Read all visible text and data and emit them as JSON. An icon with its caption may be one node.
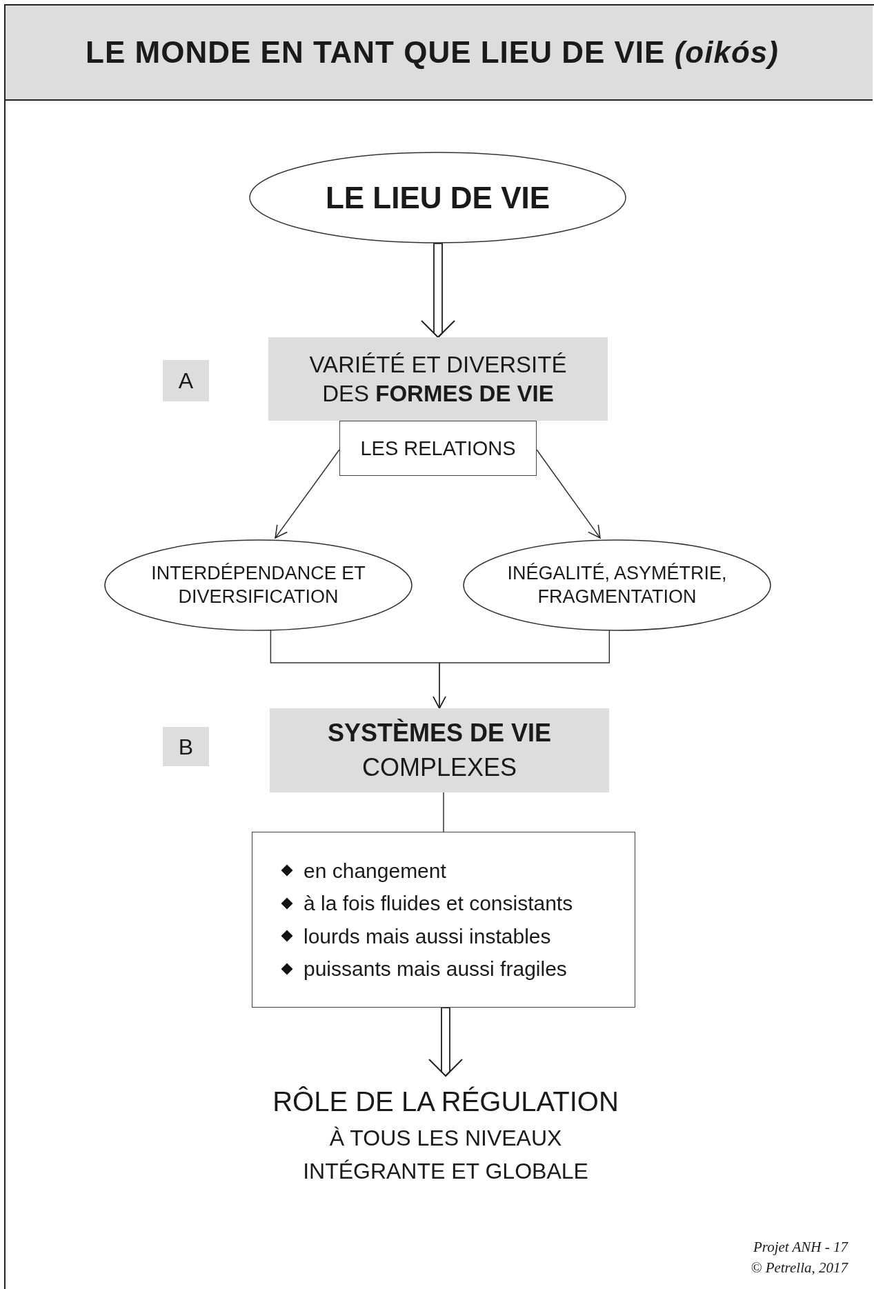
{
  "diagram": {
    "title": "LE MONDE EN TANT QUE LIEU DE VIE *(oikós)*",
    "nodes": [
      {
        "text": [
          "LE LIEU DE VIE"
        ]
      },
      {
        "text": [
          "A"
        ]
      },
      {
        "text": [
          "VARIÉTÉ ET DIVERSITÉ DES **FORMES DE VIE**"
        ]
      },
      {
        "text": [
          "LES RELATIONS"
        ]
      },
      {
        "text": [
          "INTERDÉPENDANCE ET DIVERSIFICATION"
        ]
      },
      {
        "text": [
          "INÉGALITÉ, ASYMÉTRIE, FRAGMENTATION"
        ]
      },
      {
        "text": [
          "B"
        ]
      },
      {
        "text": [
          "**SYSTÈMES DE VIE** COMPLEXES"
        ]
      },
      {
        "text": [
          "en changement",
          "à la fois fluides et consistants",
          "lourds mais aussi instables",
          "puissants mais aussi fragiles"
        ]
      },
      {
        "text": [
          "RÔLE DE LA RÉGULATION",
          "À TOUS LES NIVEAUX",
          "INTÉGRANTE ET GLOBALE"
        ]
      }
    ],
    "edges": [
      {
        "from": 0,
        "to": 2,
        "arrow": "to"
      },
      {
        "from": 3,
        "to": 4,
        "arrow": "to"
      },
      {
        "from": 3,
        "to": 5,
        "arrow": "to"
      },
      {
        "from": 4,
        "to": 7,
        "arrow": "to"
      },
      {
        "from": 5,
        "to": 7,
        "arrow": "to"
      },
      {
        "from": 7,
        "to": 8,
        "arrow": "none"
      },
      {
        "from": 8,
        "to": 9,
        "arrow": "to"
      }
    ],
    "labels": [
      "Projet ANH - 17",
      "© Petrella, 2017"
    ]
  }
}
